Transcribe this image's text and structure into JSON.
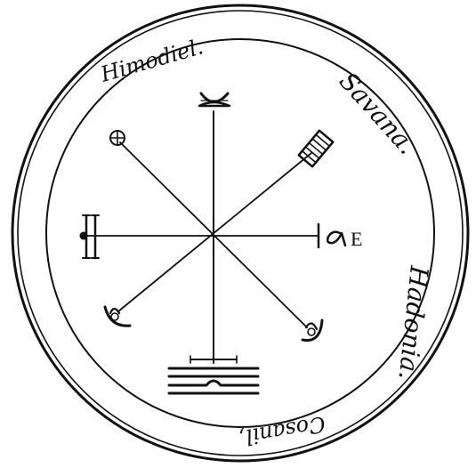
{
  "seal": {
    "names": {
      "top": "Himodiel.",
      "upper_right": "Savana.",
      "lower_right": "Hadonia.",
      "bottom": "Cosanil,"
    },
    "right_glyph_letter": "E"
  },
  "colors": {
    "ink": "#111111",
    "paper": "#ffffff"
  }
}
